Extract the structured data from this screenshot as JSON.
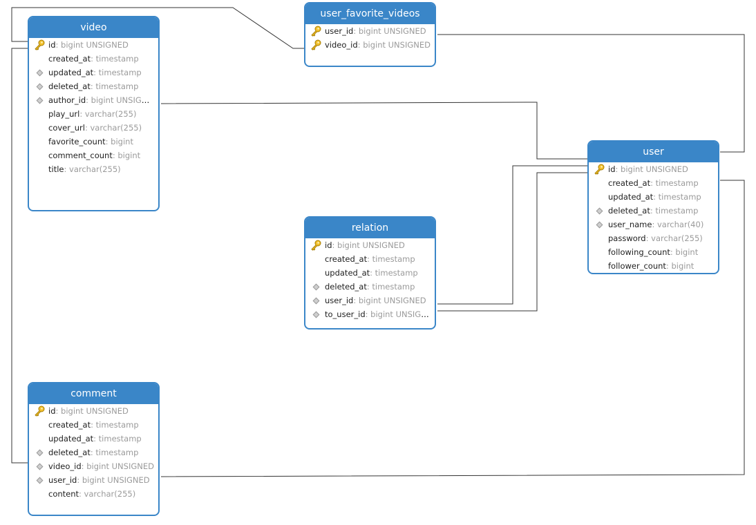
{
  "tables": {
    "video": {
      "title": "video",
      "fields": [
        {
          "name": "id",
          "type": ": bigint UNSIGNED",
          "icon": "key-icon"
        },
        {
          "name": "created_at",
          "type": ": timestamp",
          "icon": ""
        },
        {
          "name": "updated_at",
          "type": ": timestamp",
          "icon": "diamond-icon"
        },
        {
          "name": "deleted_at",
          "type": ": timestamp",
          "icon": "diamond-icon"
        },
        {
          "name": "author_id",
          "type": ": bigint UNSIGN...",
          "icon": "diamond-icon"
        },
        {
          "name": "play_url",
          "type": ": varchar(255)",
          "icon": ""
        },
        {
          "name": "cover_url",
          "type": ": varchar(255)",
          "icon": ""
        },
        {
          "name": "favorite_count",
          "type": ": bigint",
          "icon": ""
        },
        {
          "name": "comment_count",
          "type": ": bigint",
          "icon": ""
        },
        {
          "name": "title",
          "type": ": varchar(255)",
          "icon": ""
        }
      ]
    },
    "user_favorite_videos": {
      "title": "user_favorite_videos",
      "fields": [
        {
          "name": "user_id",
          "type": ": bigint UNSIGNED",
          "icon": "key-icon"
        },
        {
          "name": "video_id",
          "type": ": bigint UNSIGNED",
          "icon": "key-icon"
        }
      ]
    },
    "user": {
      "title": "user",
      "fields": [
        {
          "name": "id",
          "type": ": bigint UNSIGNED",
          "icon": "key-icon"
        },
        {
          "name": "created_at",
          "type": ": timestamp",
          "icon": ""
        },
        {
          "name": "updated_at",
          "type": ": timestamp",
          "icon": ""
        },
        {
          "name": "deleted_at",
          "type": ": timestamp",
          "icon": "diamond-icon"
        },
        {
          "name": "user_name",
          "type": ": varchar(40)",
          "icon": "diamond-icon"
        },
        {
          "name": "password",
          "type": ": varchar(255)",
          "icon": ""
        },
        {
          "name": "following_count",
          "type": ": bigint",
          "icon": ""
        },
        {
          "name": "follower_count",
          "type": ": bigint",
          "icon": ""
        }
      ]
    },
    "relation": {
      "title": "relation",
      "fields": [
        {
          "name": "id",
          "type": ": bigint UNSIGNED",
          "icon": "key-icon"
        },
        {
          "name": "created_at",
          "type": ": timestamp",
          "icon": ""
        },
        {
          "name": "updated_at",
          "type": ": timestamp",
          "icon": ""
        },
        {
          "name": "deleted_at",
          "type": ": timestamp",
          "icon": "diamond-icon"
        },
        {
          "name": "user_id",
          "type": ": bigint UNSIGNED",
          "icon": "diamond-icon"
        },
        {
          "name": "to_user_id",
          "type": ": bigint UNSIGN...",
          "icon": "diamond-icon"
        }
      ]
    },
    "comment": {
      "title": "comment",
      "fields": [
        {
          "name": "id",
          "type": ": bigint UNSIGNED",
          "icon": "key-icon"
        },
        {
          "name": "created_at",
          "type": ": timestamp",
          "icon": ""
        },
        {
          "name": "updated_at",
          "type": ": timestamp",
          "icon": ""
        },
        {
          "name": "deleted_at",
          "type": ": timestamp",
          "icon": "diamond-icon"
        },
        {
          "name": "video_id",
          "type": ": bigint UNSIGNED",
          "icon": "diamond-icon"
        },
        {
          "name": "user_id",
          "type": ": bigint UNSIGNED",
          "icon": "diamond-icon"
        },
        {
          "name": "content",
          "type": ": varchar(255)",
          "icon": ""
        }
      ]
    }
  },
  "colors": {
    "header": "#3a86c8",
    "line": "#333333",
    "type_text": "#9a9a9a"
  }
}
